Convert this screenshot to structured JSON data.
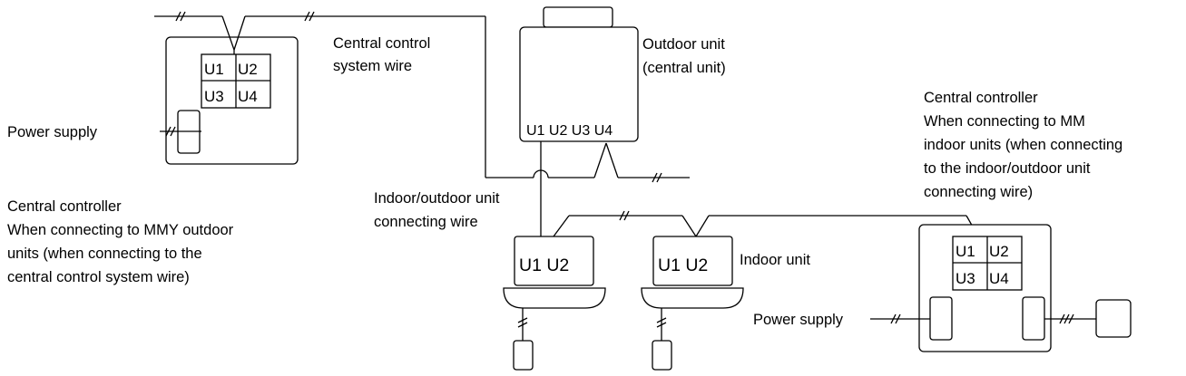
{
  "labels": {
    "central_control_wire": [
      "Central control",
      "system wire"
    ],
    "outdoor_unit": [
      "Outdoor unit",
      "(central unit)"
    ],
    "power_supply_left": "Power supply",
    "central_controller_mmy": [
      "Central controller",
      "When connecting to MMY outdoor",
      "units (when connecting to the",
      "central control system wire)"
    ],
    "io_connecting_wire": [
      "Indoor/outdoor unit",
      "connecting wire"
    ],
    "central_controller_mm": [
      "Central controller",
      "When connecting to MM",
      "indoor units (when connecting",
      "to the indoor/outdoor unit",
      "connecting wire)"
    ],
    "indoor_unit": "Indoor unit",
    "power_supply_right": "Power supply"
  },
  "terminals": {
    "controller": [
      "U1",
      "U2",
      "U3",
      "U4"
    ],
    "outdoor_unit": "U1 U2 U3 U4",
    "indoor_unit": "U1 U2"
  }
}
